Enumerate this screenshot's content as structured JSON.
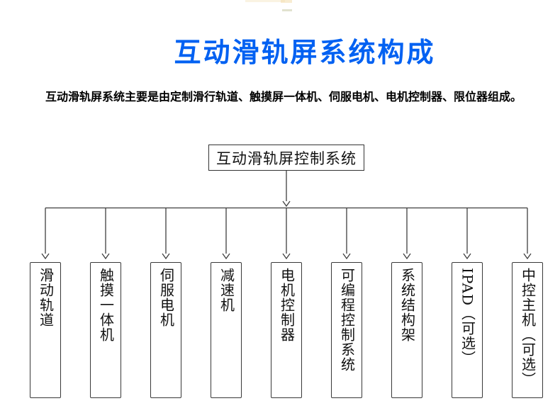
{
  "page": {
    "background": "#ffffff"
  },
  "title": {
    "text": "互动滑轨屏系统构成",
    "color": "#0161F2"
  },
  "intro": {
    "text": "互动滑轨屏系统主要是由定制滑行轨道、触摸屏一体机、伺服电机、电机控制器、限位器组成。"
  },
  "diagram": {
    "line_color": "#3F3F3F",
    "root": {
      "label": "互动滑轨屏控制系统"
    },
    "children": [
      {
        "label": "滑动轨道"
      },
      {
        "label": "触摸一体机"
      },
      {
        "label": "伺服电机"
      },
      {
        "label": "减速机"
      },
      {
        "label": "电机控制器"
      },
      {
        "label": "可编程控制系统"
      },
      {
        "label": "系统结构架"
      },
      {
        "label": "IPAD（可选）"
      },
      {
        "label": "中控主机（可选）"
      }
    ]
  }
}
